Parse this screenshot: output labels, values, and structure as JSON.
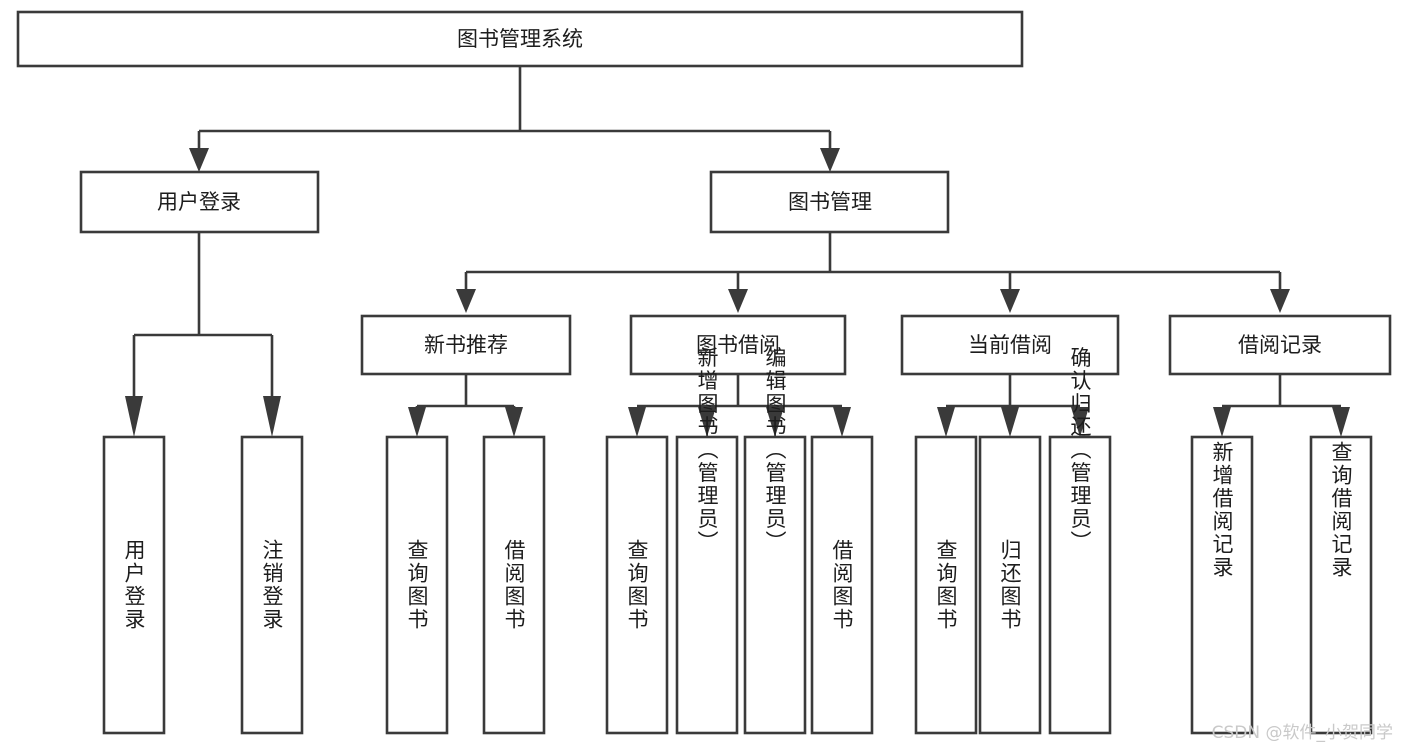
{
  "diagram": {
    "type": "tree-hierarchy",
    "title": "图书管理系统",
    "watermark": "CSDN @软件_小贺同学",
    "colors": {
      "stroke": "#3a3a3a",
      "box_fill": "#ffffff",
      "text": "#1d1d1d",
      "background": "#ffffff",
      "watermark": "#c9c9c9"
    },
    "levels": {
      "root": {
        "label": "图书管理系统"
      },
      "modules": [
        {
          "label": "用户登录"
        },
        {
          "label": "图书管理"
        }
      ],
      "submodules": [
        {
          "label": "新书推荐"
        },
        {
          "label": "图书借阅"
        },
        {
          "label": "当前借阅"
        },
        {
          "label": "借阅记录"
        }
      ],
      "leaves": {
        "user_login": [
          {
            "label": "用户登录"
          },
          {
            "label": "注销登录"
          }
        ],
        "new_book_recommend": [
          {
            "label": "查询图书"
          },
          {
            "label": "借阅图书"
          }
        ],
        "book_borrow": [
          {
            "label": "查询图书"
          },
          {
            "label": "新增图书（管理员）"
          },
          {
            "label": "编辑图书（管理员）"
          },
          {
            "label": "借阅图书"
          }
        ],
        "current_borrow": [
          {
            "label": "查询图书"
          },
          {
            "label": "归还图书"
          },
          {
            "label": "确认归还（管理员）"
          }
        ],
        "borrow_record": [
          {
            "label": "新增借阅记录"
          },
          {
            "label": "查询借阅记录"
          }
        ]
      }
    }
  }
}
